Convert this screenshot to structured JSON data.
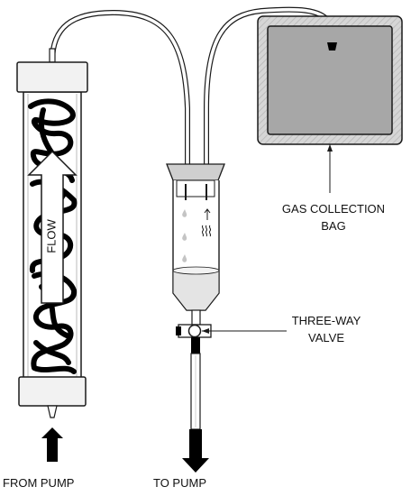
{
  "labels": {
    "flow": "FLOW",
    "gas_bag": [
      "GAS COLLECTION",
      "BAG"
    ],
    "valve": [
      "THREE-WAY",
      "VALVE"
    ],
    "from_pump": "FROM PUMP",
    "to_pump": "TO PUMP"
  },
  "colors": {
    "stroke": "#1a1a1a",
    "bag_fill": "#a7a7a7",
    "bag_border": "#d4d4d4",
    "cap_fill": "#f2f2f2",
    "packing": "#000000",
    "stopper": "#cfcfcf",
    "liquid": "#e4e4e4"
  }
}
